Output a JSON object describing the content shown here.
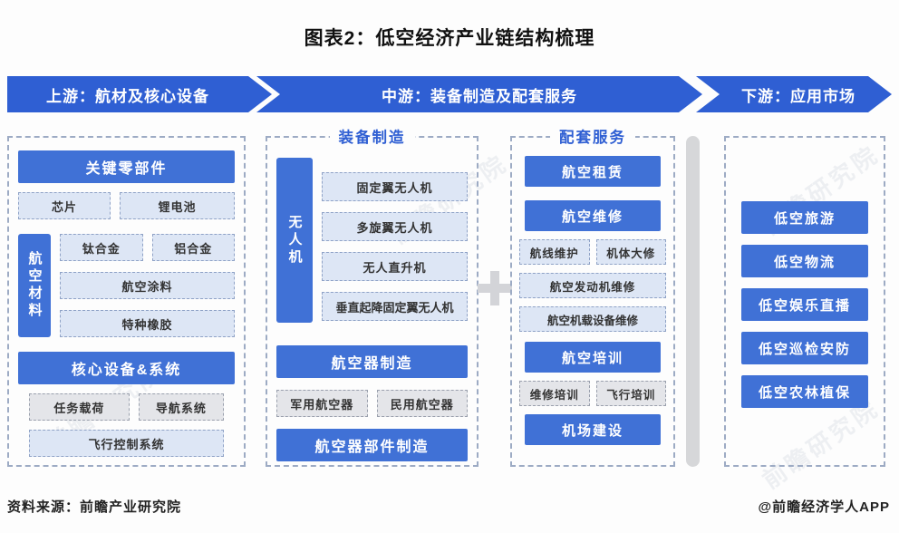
{
  "title": "图表2：低空经济产业链结构梳理",
  "colors": {
    "accent_blue": "#2f5fd3",
    "box_blue": "#4071d6",
    "light_blue_fill": "#dde6f5",
    "gray_fill": "#e4e5e9"
  },
  "header": {
    "segments": [
      {
        "label": "上游：航材及核心设备"
      },
      {
        "label": "中游：装备制造及配套服务"
      },
      {
        "label": "下游：应用市场"
      }
    ]
  },
  "upstream": {
    "key_components": {
      "header": "关键零部件",
      "items": [
        "芯片",
        "锂电池"
      ]
    },
    "materials": {
      "side_label": "航空材料",
      "row": [
        "钛合金",
        "铝合金"
      ],
      "full": [
        "航空涂料",
        "特种橡胶"
      ]
    },
    "core_systems": {
      "header": "核心设备&系统",
      "row": [
        "任务载荷",
        "导航系统"
      ],
      "full": "飞行控制系统"
    }
  },
  "mid_manufacturing": {
    "title": "装备制造",
    "drone": {
      "side_label": "无人机",
      "items": [
        "固定翼无人机",
        "多旋翼无人机",
        "无人直升机",
        "垂直起降固定翼无人机"
      ]
    },
    "aircraft": {
      "header": "航空器制造",
      "items": [
        "军用航空器",
        "民用航空器"
      ]
    },
    "parts_header": "航空器部件制造"
  },
  "mid_services": {
    "title": "配套服务",
    "leasing": "航空租赁",
    "maintenance": {
      "header": "航空维修",
      "row": [
        "航线维护",
        "机体大修"
      ],
      "full": [
        "航空发动机维修",
        "航空机载设备维修"
      ]
    },
    "training": {
      "header": "航空培训",
      "row": [
        "维修培训",
        "飞行培训"
      ]
    },
    "airport": "机场建设"
  },
  "downstream": {
    "items": [
      "低空旅游",
      "低空物流",
      "低空娱乐直播",
      "低空巡检安防",
      "低空农林植保"
    ]
  },
  "footer": {
    "source": "资料来源：前瞻产业研究院",
    "credit": "@前瞻经济学人APP"
  },
  "watermark": "前瞻研究院"
}
